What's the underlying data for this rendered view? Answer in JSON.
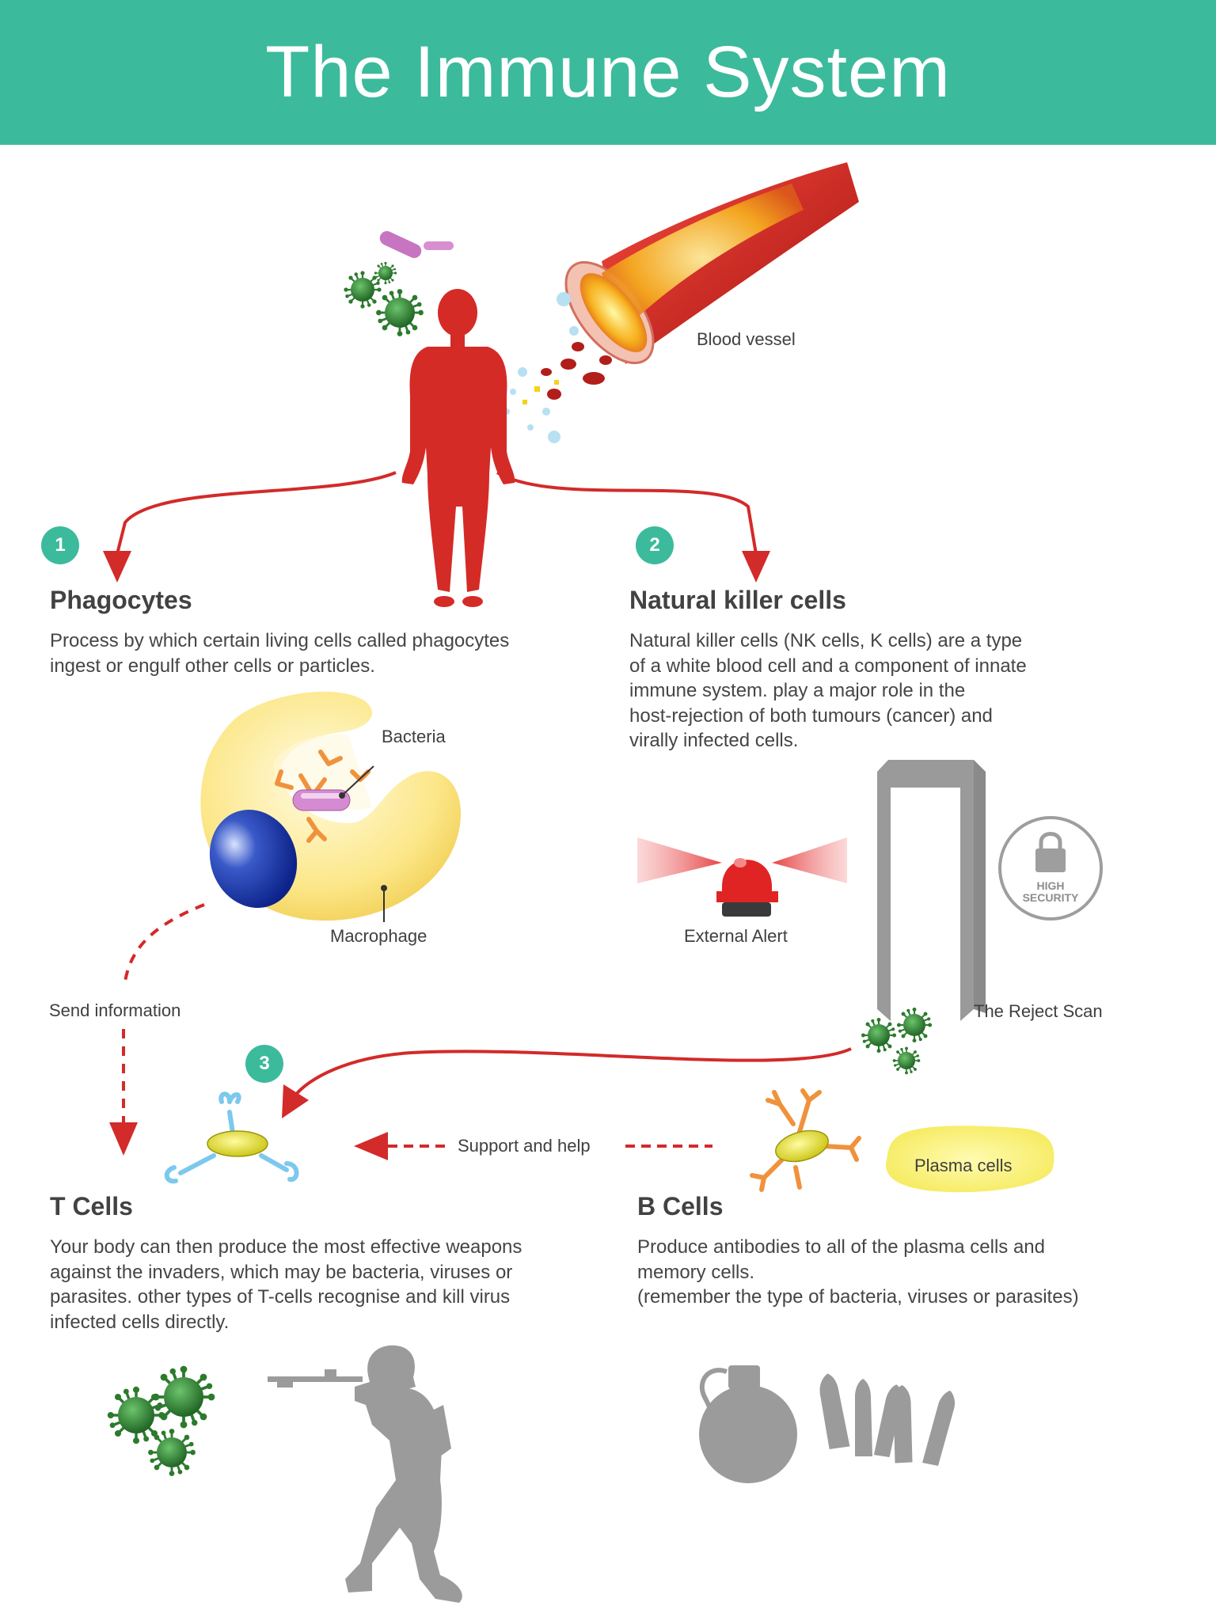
{
  "title": "The Immune System",
  "labels": {
    "blood_vessel": "Blood vessel",
    "bacteria": "Bacteria",
    "macrophage": "Macrophage",
    "external_alert": "External Alert",
    "high_security": "HIGH\nSECURITY",
    "reject_scan": "The Reject Scan",
    "send_information": "Send information",
    "support_and_help": "Support and help",
    "plasma_cells": "Plasma cells"
  },
  "sections": {
    "phagocytes": {
      "number": "1",
      "title": "Phagocytes",
      "text": "Process by which certain living cells called phagocytes\ningest or engulf other cells or particles."
    },
    "nk_cells": {
      "number": "2",
      "title": "Natural killer cells",
      "text": "Natural killer cells (NK cells, K cells) are a type\nof a white blood cell and a component of innate\nimmune system. play a major role in the\nhost-rejection of both tumours (cancer) and\nvirally infected cells."
    },
    "t_cells": {
      "number": "3",
      "title": "T Cells",
      "text": "Your body can then produce the most effective weapons\nagainst the invaders, which may be bacteria, viruses or\nparasites. other types of T-cells recognise and kill virus\ninfected cells directly."
    },
    "b_cells": {
      "title": "B Cells",
      "text": "Produce antibodies to all of the plasma cells and\nmemory cells.\n(remember the type of  bacteria, viruses or parasites)"
    }
  },
  "colors": {
    "accent": "#3cba9c",
    "arrow": "#d32a2a",
    "body": "#d42b27",
    "gray_icon": "#9b9b9b",
    "virus": "#2f7d2f"
  }
}
